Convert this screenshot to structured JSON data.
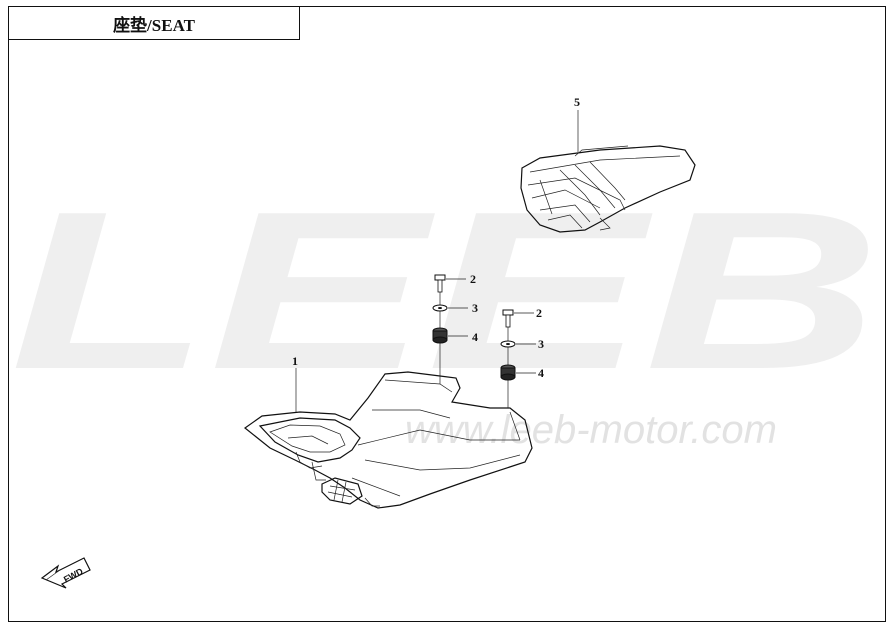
{
  "title": "座垫/SEAT",
  "watermark": {
    "letters": "LEEB",
    "url": "www.leeb-motor.com"
  },
  "fwd_label": "FWD",
  "callouts": [
    {
      "id": "c1",
      "label": "1",
      "part": "seat"
    },
    {
      "id": "c2a",
      "label": "2",
      "part": "bolt"
    },
    {
      "id": "c3a",
      "label": "3",
      "part": "washer"
    },
    {
      "id": "c4a",
      "label": "4",
      "part": "rubber-damper"
    },
    {
      "id": "c2b",
      "label": "2",
      "part": "bolt"
    },
    {
      "id": "c3b",
      "label": "3",
      "part": "washer"
    },
    {
      "id": "c4b",
      "label": "4",
      "part": "rubber-damper"
    },
    {
      "id": "c5",
      "label": "5",
      "part": "rear-seat-cowl"
    }
  ]
}
